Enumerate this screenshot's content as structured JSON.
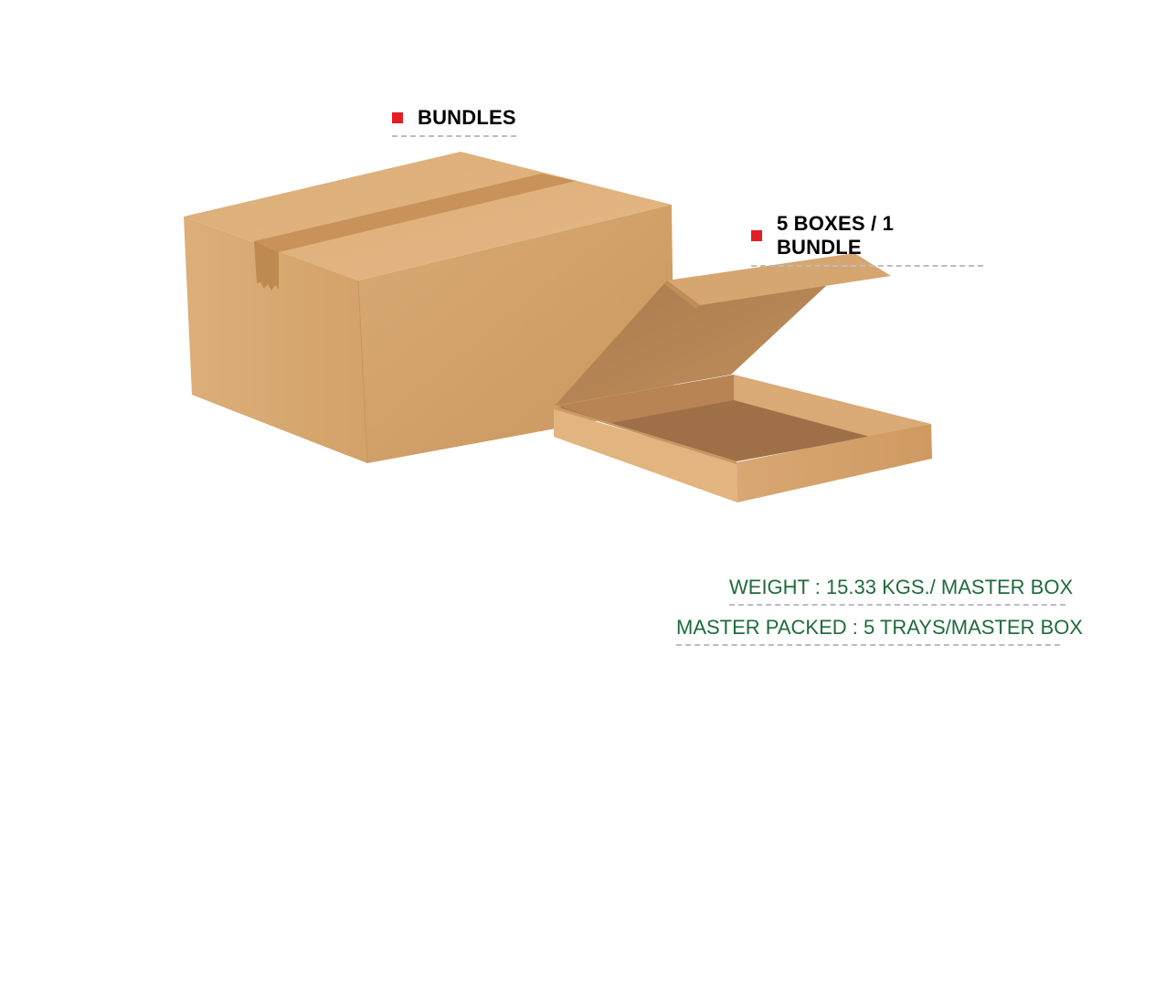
{
  "labels": {
    "bundles": "BUNDLES",
    "boxes_per_bundle": "5 BOXES / 1 BUNDLE"
  },
  "info": {
    "weight": "WEIGHT : 15.33 KGS./ MASTER BOX",
    "master_packed": "MASTER PACKED : 5 TRAYS/MASTER BOX"
  },
  "colors": {
    "bullet": "#e31e24",
    "info_text": "#1f6b3a",
    "cardboard_light": "#e0b27c",
    "cardboard_mid": "#d2a068",
    "cardboard_dark": "#b58556",
    "tape": "#c38d50"
  }
}
